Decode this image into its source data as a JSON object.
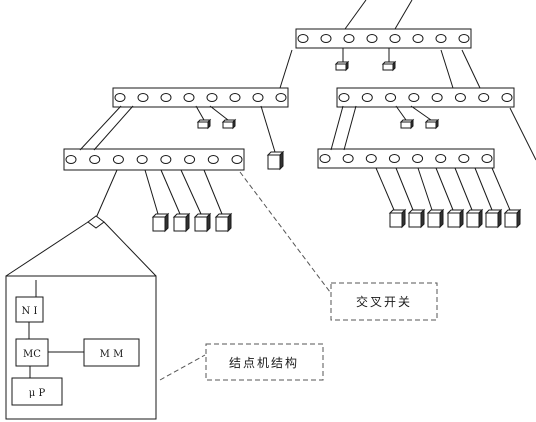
{
  "diagram": {
    "callouts": {
      "crossbar_switch": "交叉开关",
      "node_structure": "结点机结构"
    },
    "node_detail": {
      "ni_label": "N I",
      "mc_label": "MC",
      "mm_label": "M M",
      "up_label": "μ P"
    },
    "colors": {
      "line": "#1a1a1a",
      "dash": "#555555",
      "fill": "#ffffff"
    }
  }
}
